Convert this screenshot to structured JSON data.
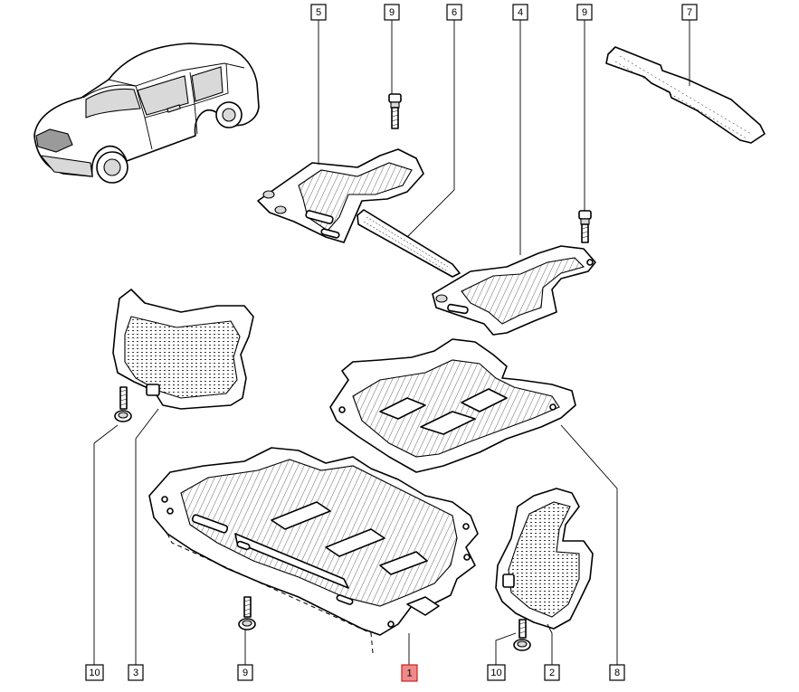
{
  "figure": {
    "callouts": [
      {
        "id": "c5",
        "label": "5",
        "highlight": false
      },
      {
        "id": "c9a",
        "label": "9",
        "highlight": false
      },
      {
        "id": "c6",
        "label": "6",
        "highlight": false
      },
      {
        "id": "c4",
        "label": "4",
        "highlight": false
      },
      {
        "id": "c9b",
        "label": "9",
        "highlight": false
      },
      {
        "id": "c7",
        "label": "7",
        "highlight": false
      },
      {
        "id": "c10a",
        "label": "10",
        "highlight": false
      },
      {
        "id": "c3",
        "label": "3",
        "highlight": false
      },
      {
        "id": "c9c",
        "label": "9",
        "highlight": false
      },
      {
        "id": "c1",
        "label": "1",
        "highlight": true
      },
      {
        "id": "c10b",
        "label": "10",
        "highlight": false
      },
      {
        "id": "c2",
        "label": "2",
        "highlight": false
      },
      {
        "id": "c8",
        "label": "8",
        "highlight": false
      }
    ],
    "colors": {
      "highlight_fill": "#ee8a8a",
      "highlight_stroke": "#cc2222",
      "line": "#000000",
      "background": "#ffffff"
    }
  }
}
